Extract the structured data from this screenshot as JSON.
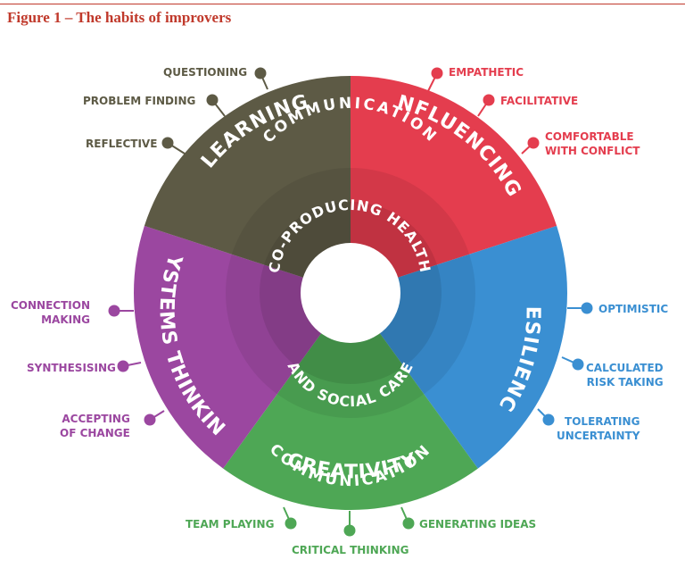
{
  "figure": {
    "title": "Figure 1 – The habits of improvers"
  },
  "colors": {
    "learning": "#5d5a45",
    "influencing": "#e43d4e",
    "resilience": "#3a8fd2",
    "creativity": "#4ea755",
    "systems": "#9b47a0"
  },
  "segments": {
    "learning": "LEARNING",
    "influencing": "INFLUENCING",
    "resilience": "RESILIENCE",
    "creativity": "CREATIVITY",
    "systems": "SYSTEMS THINKING"
  },
  "rings": {
    "communication_top": "COMMUNICATION",
    "communication_bottom": "COMMUNICATION",
    "inner_top": "CO-PRODUCING HEALTH",
    "inner_bottom": "AND SOCIAL CARE"
  },
  "habits": {
    "learning": [
      "QUESTIONING",
      "PROBLEM FINDING",
      "REFLECTIVE"
    ],
    "influencing": [
      "EMPATHETIC",
      "FACILITATIVE",
      "COMFORTABLE\nWITH CONFLICT"
    ],
    "resilience": [
      "OPTIMISTIC",
      "CALCULATED\nRISK TAKING",
      "TOLERATING\nUNCERTAINTY"
    ],
    "creativity": [
      "TEAM PLAYING",
      "CRITICAL THINKING",
      "GENERATING IDEAS"
    ],
    "systems": [
      "CONNECTION\nMAKING",
      "SYNTHESISING",
      "ACCEPTING\nOF CHANGE"
    ]
  }
}
